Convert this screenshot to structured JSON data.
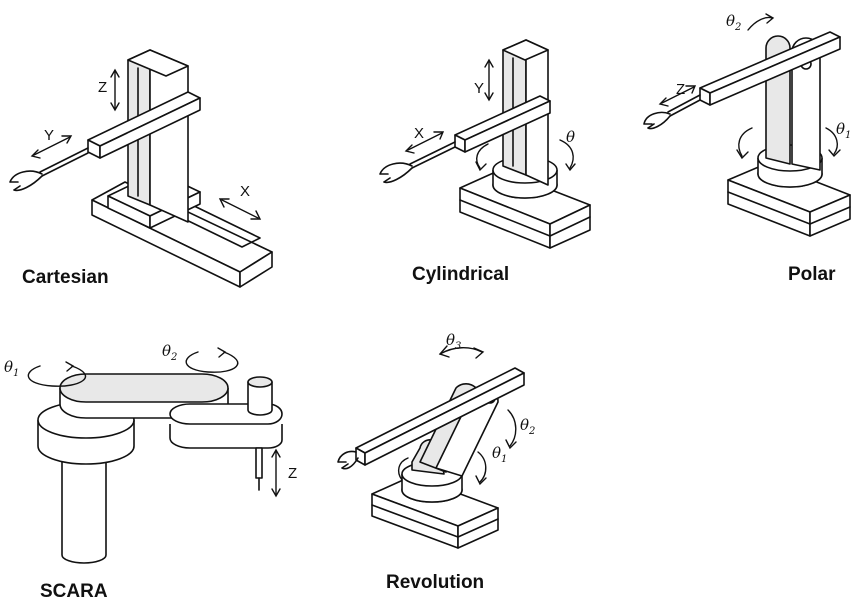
{
  "robots": [
    {
      "caption": "Cartesian",
      "icon": "cartesian-robot-icon",
      "axes": [
        {
          "symbol": "Z"
        },
        {
          "symbol": "Y"
        },
        {
          "symbol": "X"
        }
      ]
    },
    {
      "caption": "Cylindrical",
      "icon": "cylindrical-robot-icon",
      "axes": [
        {
          "symbol": "Y"
        },
        {
          "symbol": "X"
        },
        {
          "symbol": "θ"
        }
      ]
    },
    {
      "caption": "Polar",
      "icon": "polar-robot-icon",
      "axes": [
        {
          "symbol": "θ",
          "sub": "2"
        },
        {
          "symbol": "Z"
        },
        {
          "symbol": "θ",
          "sub": "1"
        }
      ]
    },
    {
      "caption": "SCARA",
      "icon": "scara-robot-icon",
      "axes": [
        {
          "symbol": "θ",
          "sub": "1"
        },
        {
          "symbol": "θ",
          "sub": "2"
        },
        {
          "symbol": "Z"
        }
      ]
    },
    {
      "caption": "Revolution",
      "icon": "revolution-robot-icon",
      "axes": [
        {
          "symbol": "θ",
          "sub": "3"
        },
        {
          "symbol": "θ",
          "sub": "2"
        },
        {
          "symbol": "θ",
          "sub": "1"
        }
      ]
    }
  ]
}
